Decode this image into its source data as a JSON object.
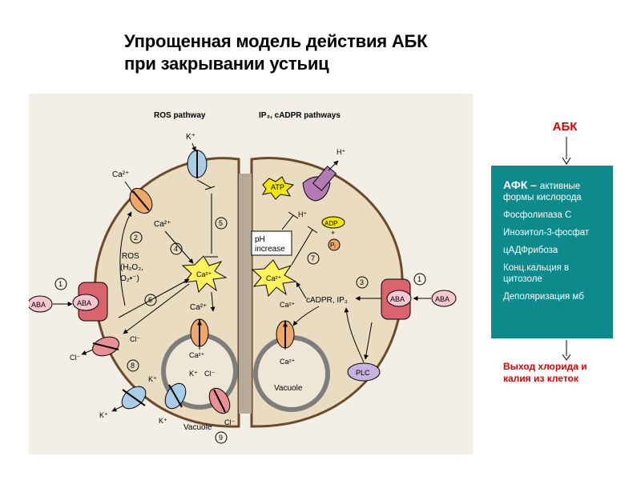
{
  "title": {
    "line1": "Упрощенная модель действия АБК",
    "line2": "при закрывании устьиц"
  },
  "diagram": {
    "ros_pathway": "ROS pathway",
    "ip3_pathways": "IP₃, cADPR pathways",
    "aba": "ABA",
    "k_plus": "K⁺",
    "ca2_plus": "Ca²⁺",
    "cl_minus": "Cl⁻",
    "ros_line1": "ROS",
    "ros_line2": "(H₂O₂,",
    "ros_line3": "O₂•⁻)",
    "ph_line1": "pH",
    "ph_line2": "increase",
    "atp": "ATP",
    "adp": "ADP",
    "plus": "+",
    "pi": "Pᵢ",
    "h_plus": "H⁺",
    "cadpr_ip3": "cADPR, IP₃",
    "plc": "PLC",
    "vacuole": "Vacuole",
    "steps": [
      "1",
      "2",
      "3",
      "4",
      "5",
      "6",
      "7",
      "8",
      "9"
    ]
  },
  "side": {
    "aba_label": "АБК",
    "legend": [
      {
        "strong": "АФК – ",
        "text": "активные формы кислорода"
      },
      {
        "strong": "",
        "text": "Фосфолипаза С"
      },
      {
        "strong": "",
        "text": "Инозитол-3-фосфат"
      },
      {
        "strong": "",
        "text": "цАДФрибоза"
      },
      {
        "strong": "",
        "text": "Конц.кальция в цитозоле"
      },
      {
        "strong": "",
        "text": "Деполяризация мб"
      }
    ],
    "result": "Выход хлорида и калия из клеток"
  },
  "colors": {
    "cell_fill": "#e9dcc0",
    "panel_bg": "#f3efe6",
    "legend_bg": "#0f8a8c",
    "accent_red": "#e00000",
    "ca_channel": "#f0a868",
    "k_channel": "#a9cde6",
    "cl_channel": "#e98f96",
    "receptor": "#d9636e",
    "h_pump": "#b47ab4",
    "atp_star": "#f5e600",
    "ca_star": "#fff25a"
  }
}
